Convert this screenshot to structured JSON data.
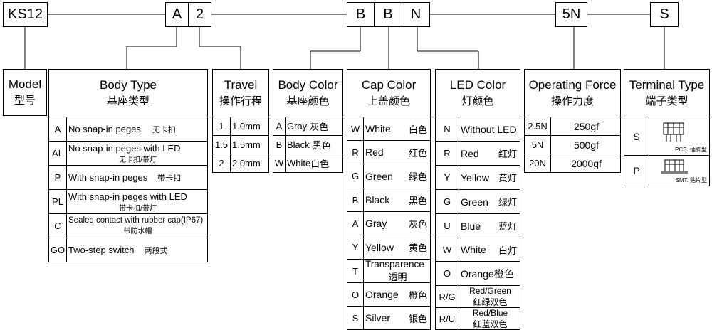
{
  "code": {
    "prefix": "KS12",
    "body": "A",
    "travel": "2",
    "body_color": "B",
    "cap_color": "B",
    "led_color": "N",
    "force": "5N",
    "terminal": "S"
  },
  "model": {
    "en": "Model",
    "cn": "型号"
  },
  "body_type": {
    "en": "Body Type",
    "cn": "基座类型",
    "rows": [
      {
        "code": "A",
        "en": "No snap-in peges",
        "cn": "无卡扣"
      },
      {
        "code": "AL",
        "en": "No snap-in peges with LED",
        "cn": "无卡扣/带灯"
      },
      {
        "code": "P",
        "en": "With snap-in peges",
        "cn": "带卡扣"
      },
      {
        "code": "PL",
        "en": "With snap-in peges with LED",
        "cn": "带卡扣/带灯"
      },
      {
        "code": "C",
        "en": "Sealed contact with rubber cap(IP67)",
        "cn": "带防水帽"
      },
      {
        "code": "GO",
        "en": "Two-step switch",
        "cn": "两段式"
      }
    ]
  },
  "travel": {
    "en": "Travel",
    "cn": "操作行程",
    "rows": [
      {
        "code": "1",
        "value": "1.0mm"
      },
      {
        "code": "1.5",
        "value": "1.5mm"
      },
      {
        "code": "2",
        "value": "2.0mm"
      }
    ]
  },
  "body_color": {
    "en": "Body Color",
    "cn": "基座颜色",
    "rows": [
      {
        "code": "A",
        "en": "Gray",
        "cn": "灰色"
      },
      {
        "code": "B",
        "en": "Black",
        "cn": "黑色"
      },
      {
        "code": "W",
        "en": "White",
        "cn": "白色"
      }
    ]
  },
  "cap_color": {
    "en": "Cap Color",
    "cn": "上盖颜色",
    "rows": [
      {
        "code": "W",
        "en": "White",
        "cn": "白色"
      },
      {
        "code": "R",
        "en": "Red",
        "cn": "红色"
      },
      {
        "code": "G",
        "en": "Green",
        "cn": "绿色"
      },
      {
        "code": "B",
        "en": "Black",
        "cn": "黑色"
      },
      {
        "code": "A",
        "en": "Gray",
        "cn": "灰色"
      },
      {
        "code": "Y",
        "en": "Yellow",
        "cn": "黄色"
      },
      {
        "code": "T",
        "en": "Transparence",
        "cn": "透明"
      },
      {
        "code": "O",
        "en": "Orange",
        "cn": "橙色"
      },
      {
        "code": "S",
        "en": "Silver",
        "cn": "银色"
      }
    ]
  },
  "led_color": {
    "en": "LED Color",
    "cn": "灯颜色",
    "rows": [
      {
        "code": "N",
        "en": "Without LED",
        "cn": ""
      },
      {
        "code": "R",
        "en": "Red",
        "cn": "红灯"
      },
      {
        "code": "Y",
        "en": "Yellow",
        "cn": "黄灯"
      },
      {
        "code": "G",
        "en": "Green",
        "cn": "绿灯"
      },
      {
        "code": "U",
        "en": "Blue",
        "cn": "蓝灯"
      },
      {
        "code": "W",
        "en": "White",
        "cn": "白灯"
      },
      {
        "code": "O",
        "en": "Orange",
        "cn": "橙色"
      },
      {
        "code": "R/G",
        "en": "Red/Green",
        "cn": "红绿双色"
      },
      {
        "code": "R/U",
        "en": "Red/Blue",
        "cn": "红蓝双色"
      }
    ]
  },
  "force": {
    "en": "Operating Force",
    "cn": "操作力度",
    "rows": [
      {
        "code": "2.5N",
        "value": "250gf"
      },
      {
        "code": "5N",
        "value": "500gf"
      },
      {
        "code": "20N",
        "value": "2000gf"
      }
    ]
  },
  "terminal": {
    "en": "Terminal Type",
    "cn": "端子类型",
    "rows": [
      {
        "code": "S",
        "caption": "PCB. 插脚型"
      },
      {
        "code": "P",
        "caption": "SMT. 贴片型"
      }
    ]
  }
}
